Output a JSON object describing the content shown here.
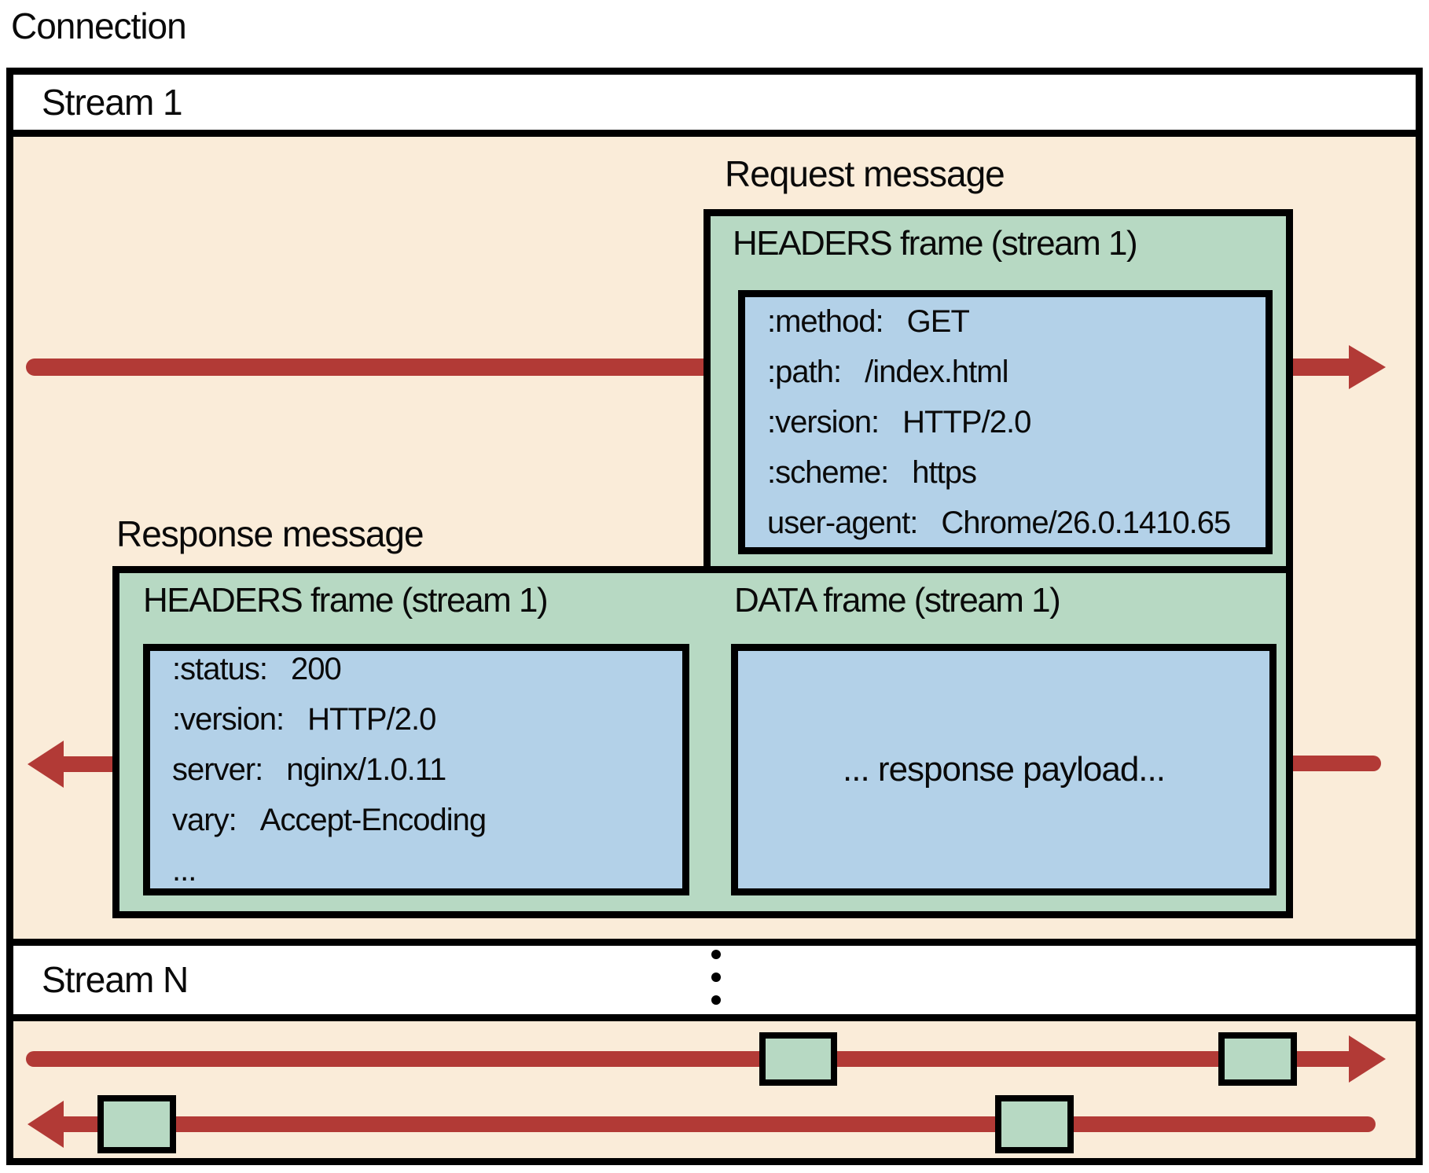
{
  "connection_label": "Connection",
  "stream1": {
    "label": "Stream 1",
    "request": {
      "title": "Request message",
      "frame_title": "HEADERS frame (stream 1)",
      "headers": [
        {
          "name": ":method:",
          "value": "GET"
        },
        {
          "name": ":path:",
          "value": "/index.html"
        },
        {
          "name": ":version:",
          "value": "HTTP/2.0"
        },
        {
          "name": ":scheme:",
          "value": "https"
        },
        {
          "name": "user-agent:",
          "value": "Chrome/26.0.1410.65"
        }
      ]
    },
    "response": {
      "title": "Response message",
      "headers_frame_title": "HEADERS frame (stream 1)",
      "data_frame_title": "DATA frame (stream 1)",
      "headers": [
        {
          "name": ":status:",
          "value": "200"
        },
        {
          "name": ":version:",
          "value": "HTTP/2.0"
        },
        {
          "name": "server:",
          "value": "nginx/1.0.11"
        },
        {
          "name": "vary:",
          "value": "Accept-Encoding"
        },
        {
          "name": "...",
          "value": ""
        }
      ],
      "payload": "... response payload..."
    }
  },
  "streamN": {
    "label": "Stream N"
  },
  "colors": {
    "background_peach": "#faecd9",
    "frame_green": "#b7d9c3",
    "header_blue": "#b3d1e8",
    "arrow_red": "#b23a36",
    "border_black": "#000000"
  }
}
